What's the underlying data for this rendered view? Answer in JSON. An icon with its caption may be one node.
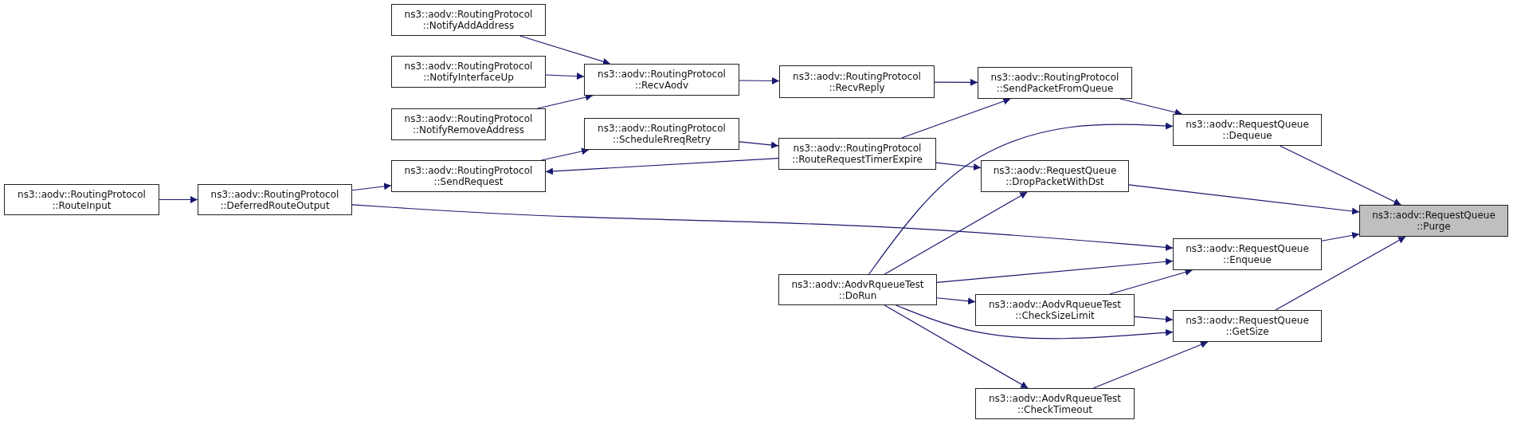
{
  "diagram": {
    "nodes": [
      {
        "text": [
          "ns3::aodv::RoutingProtocol ::RouteInput"
        ]
      },
      {
        "text": [
          "ns3::aodv::RoutingProtocol ::DeferredRouteOutput"
        ]
      },
      {
        "text": [
          "ns3::aodv::RoutingProtocol ::NotifyAddAddress"
        ]
      },
      {
        "text": [
          "ns3::aodv::RoutingProtocol ::NotifyInterfaceUp"
        ]
      },
      {
        "text": [
          "ns3::aodv::RoutingProtocol ::NotifyRemoveAddress"
        ]
      },
      {
        "text": [
          "ns3::aodv::RoutingProtocol ::SendRequest"
        ]
      },
      {
        "text": [
          "ns3::aodv::RoutingProtocol ::RecvAodv"
        ]
      },
      {
        "text": [
          "ns3::aodv::RoutingProtocol ::ScheduleRreqRetry"
        ]
      },
      {
        "text": [
          "ns3::aodv::RoutingProtocol ::RecvReply"
        ]
      },
      {
        "text": [
          "ns3::aodv::RoutingProtocol ::RouteRequestTimerExpire"
        ]
      },
      {
        "text": [
          "ns3::aodv::AodvRqueueTest ::DoRun"
        ]
      },
      {
        "text": [
          "ns3::aodv::RoutingProtocol ::SendPacketFromQueue"
        ]
      },
      {
        "text": [
          "ns3::aodv::RequestQueue ::DropPacketWithDst"
        ]
      },
      {
        "text": [
          "ns3::aodv::AodvRqueueTest ::CheckSizeLimit"
        ]
      },
      {
        "text": [
          "ns3::aodv::AodvRqueueTest ::CheckTimeout"
        ]
      },
      {
        "text": [
          "ns3::aodv::RequestQueue ::Dequeue"
        ]
      },
      {
        "text": [
          "ns3::aodv::RequestQueue ::Enqueue"
        ]
      },
      {
        "text": [
          "ns3::aodv::RequestQueue ::GetSize"
        ]
      },
      {
        "text": [
          "ns3::aodv::RequestQueue ::Purge"
        ]
      }
    ],
    "edges": [
      {
        "from": 0,
        "to": 1,
        "arrow": "to"
      },
      {
        "from": 1,
        "to": 5,
        "arrow": "to"
      },
      {
        "from": 2,
        "to": 6,
        "arrow": "to"
      },
      {
        "from": 3,
        "to": 6,
        "arrow": "to"
      },
      {
        "from": 4,
        "to": 6,
        "arrow": "to"
      },
      {
        "from": 5,
        "to": 7,
        "arrow": "to"
      },
      {
        "from": 9,
        "to": 5,
        "arrow": "to"
      },
      {
        "from": 7,
        "to": 9,
        "arrow": "to"
      },
      {
        "from": 6,
        "to": 8,
        "arrow": "to"
      },
      {
        "from": 8,
        "to": 11,
        "arrow": "to"
      },
      {
        "from": 9,
        "to": 11,
        "arrow": "to"
      },
      {
        "from": 9,
        "to": 12,
        "arrow": "to"
      },
      {
        "from": 10,
        "to": 12,
        "arrow": "to"
      },
      {
        "from": 10,
        "to": 15,
        "arrow": "to"
      },
      {
        "from": 11,
        "to": 15,
        "arrow": "to"
      },
      {
        "from": 1,
        "to": 16,
        "arrow": "to"
      },
      {
        "from": 10,
        "to": 16,
        "arrow": "to"
      },
      {
        "from": 13,
        "to": 16,
        "arrow": "to"
      },
      {
        "from": 10,
        "to": 13,
        "arrow": "to"
      },
      {
        "from": 10,
        "to": 17,
        "arrow": "to"
      },
      {
        "from": 13,
        "to": 17,
        "arrow": "to"
      },
      {
        "from": 14,
        "to": 17,
        "arrow": "to"
      },
      {
        "from": 10,
        "to": 14,
        "arrow": "to"
      },
      {
        "from": 12,
        "to": 18,
        "arrow": "to"
      },
      {
        "from": 15,
        "to": 18,
        "arrow": "to"
      },
      {
        "from": 16,
        "to": 18,
        "arrow": "to"
      },
      {
        "from": 17,
        "to": 18,
        "arrow": "to"
      }
    ]
  }
}
